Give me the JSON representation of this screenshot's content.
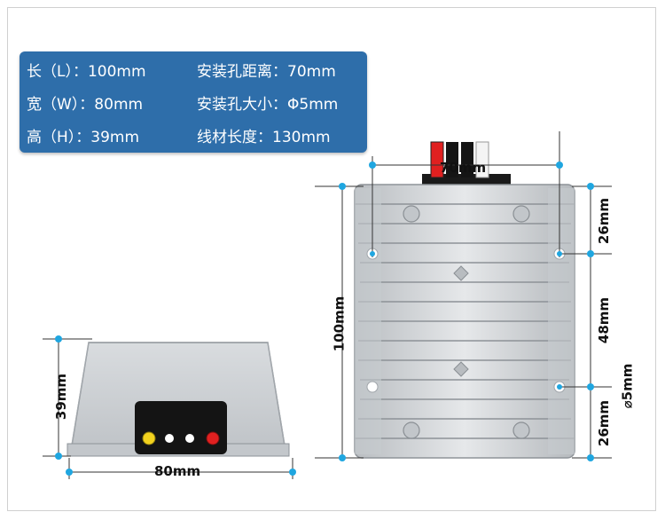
{
  "specs": {
    "length": "长（L）：100mm",
    "width": "宽（W）：80mm",
    "height": "高（H）：39mm",
    "hole_distance": "安装孔距离：70mm",
    "hole_size": "安装孔大小：Φ5mm",
    "wire_length": "线材长度：130mm"
  },
  "dimensions": {
    "hole_spacing": "70mm",
    "height_100": "100mm",
    "top_26": "26mm",
    "middle_48": "48mm",
    "bottom_26": "26mm",
    "hole_dia": "⌀5mm",
    "side_39": "39mm",
    "side_80": "80mm"
  },
  "colors": {
    "spec_box": "#2e6eaa",
    "dimension_marker": "#1fa6e0",
    "housing": "#c9cdd0",
    "wire_red": "#e02020",
    "wire_black": "#111111",
    "wire_white": "#f4f4f4",
    "led_yellow": "#f2d21e",
    "led_red": "#e02020"
  }
}
